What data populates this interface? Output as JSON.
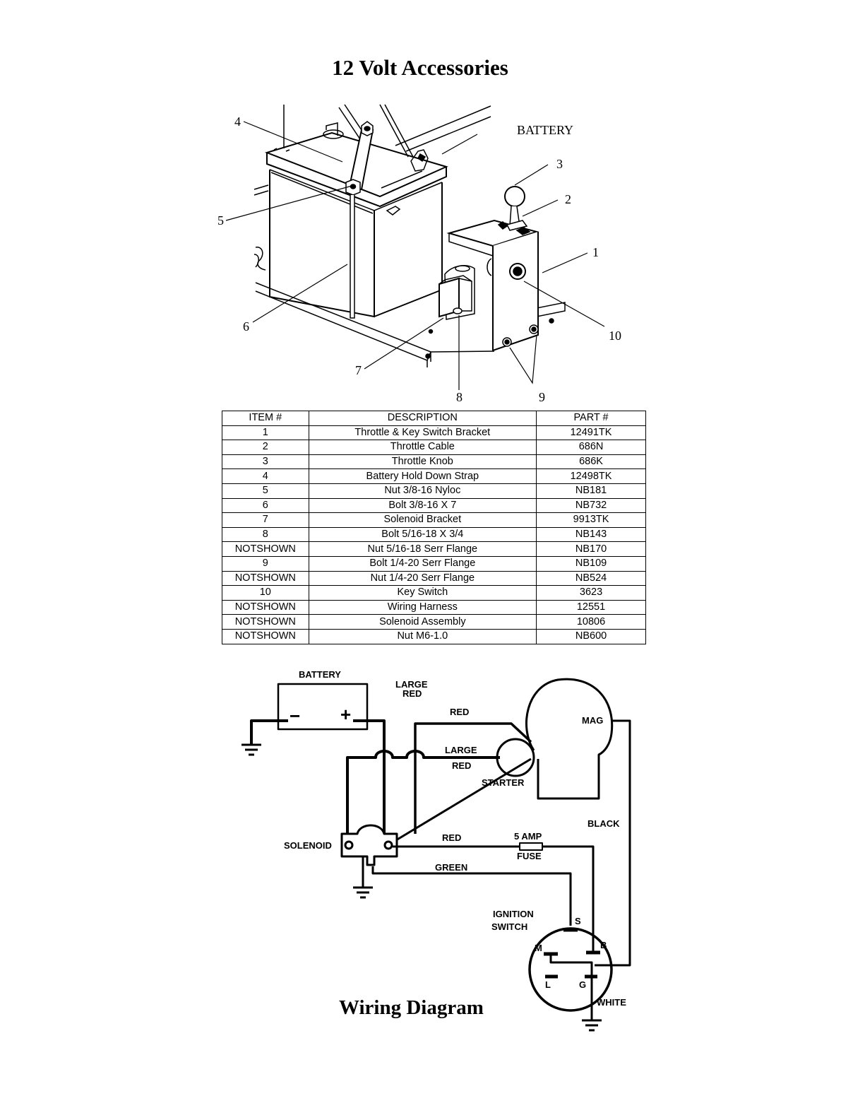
{
  "page": {
    "title": "12 Volt Accessories"
  },
  "exploded_view": {
    "battery_label": "BATTERY",
    "callouts": [
      "1",
      "2",
      "3",
      "4",
      "5",
      "6",
      "7",
      "8",
      "9",
      "10"
    ]
  },
  "parts_table": {
    "headers": [
      "ITEM  #",
      "DESCRIPTION",
      "PART #"
    ],
    "rows": [
      {
        "item": "1",
        "description": "Throttle & Key Switch Bracket",
        "part": "12491TK"
      },
      {
        "item": "2",
        "description": "Throttle Cable",
        "part": "686N"
      },
      {
        "item": "3",
        "description": "Throttle Knob",
        "part": "686K"
      },
      {
        "item": "4",
        "description": "Battery Hold Down Strap",
        "part": "12498TK"
      },
      {
        "item": "5",
        "description": "Nut 3/8-16 Nyloc",
        "part": "NB181"
      },
      {
        "item": "6",
        "description": "Bolt 3/8-16 X 7",
        "part": "NB732"
      },
      {
        "item": "7",
        "description": "Solenoid Bracket",
        "part": "9913TK"
      },
      {
        "item": "8",
        "description": "Bolt 5/16-18 X 3/4",
        "part": "NB143"
      },
      {
        "item": "NOTSHOWN",
        "description": "Nut 5/16-18 Serr Flange",
        "part": "NB170"
      },
      {
        "item": "9",
        "description": "Bolt 1/4-20 Serr Flange",
        "part": "NB109"
      },
      {
        "item": "NOTSHOWN",
        "description": "Nut 1/4-20 Serr Flange",
        "part": "NB524"
      },
      {
        "item": "10",
        "description": "Key Switch",
        "part": "3623"
      },
      {
        "item": "NOTSHOWN",
        "description": "Wiring Harness",
        "part": "12551"
      },
      {
        "item": "NOTSHOWN",
        "description": "Solenoid Assembly",
        "part": "10806"
      },
      {
        "item": "NOTSHOWN",
        "description": "Nut M6-1.0",
        "part": "NB600"
      }
    ]
  },
  "wiring_diagram": {
    "title": "Wiring Diagram",
    "labels": {
      "battery": "BATTERY",
      "minus": "−",
      "plus": "+",
      "large_red_top_1": "LARGE",
      "large_red_top_2": "RED",
      "red_top": "RED",
      "large_red_mid_1": "LARGE",
      "large_red_mid_2": "RED",
      "mag": "MAG",
      "starter": "STARTER",
      "black": "BLACK",
      "solenoid": "SOLENOID",
      "red_fuse": "RED",
      "five_amp": "5 AMP",
      "fuse": "FUSE",
      "green": "GREEN",
      "ignition_1": "IGNITION",
      "ignition_2": "SWITCH",
      "s": "S",
      "m": "M",
      "b": "B",
      "l": "L",
      "g": "G",
      "white": "WHITE"
    }
  }
}
